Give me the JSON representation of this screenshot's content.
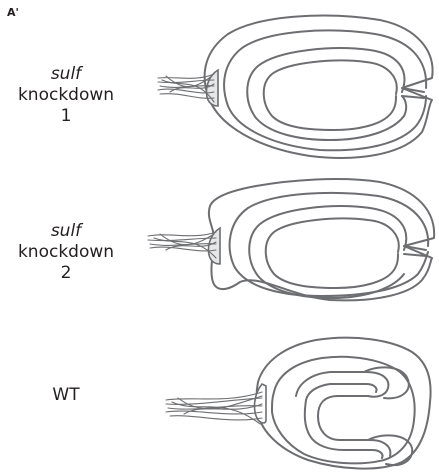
{
  "panel_label": "A'",
  "rows": [
    {
      "gene": "sulf",
      "label": "knockdown 1"
    },
    {
      "gene": "sulf",
      "label": "knockdown 2"
    },
    {
      "gene": "",
      "label": "WT"
    }
  ],
  "colors": {
    "outline": "#6d6e71",
    "text": "#231f20"
  }
}
